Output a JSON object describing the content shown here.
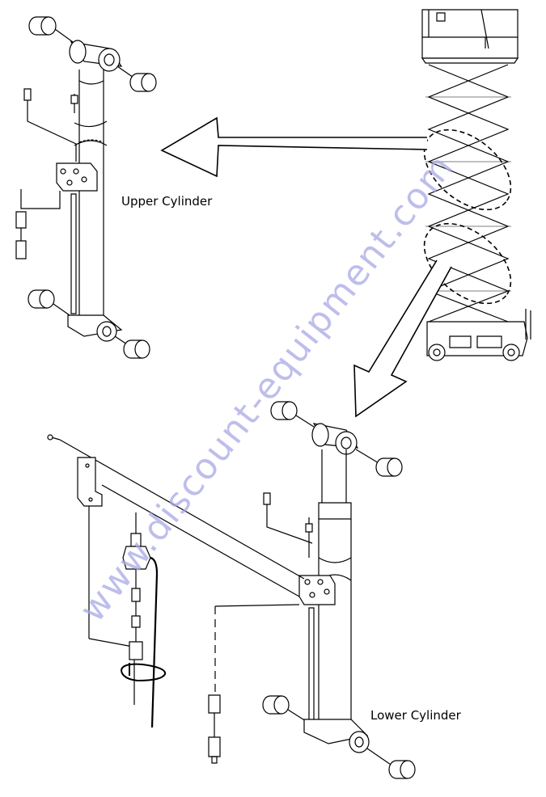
{
  "labels": {
    "upper_cylinder": "Upper Cylinder",
    "lower_cylinder": "Lower Cylinder"
  },
  "watermark": "www.discount-equipment.com",
  "colors": {
    "ink": "#000000",
    "watermark": "#a9a9e6",
    "background": "#ffffff"
  }
}
